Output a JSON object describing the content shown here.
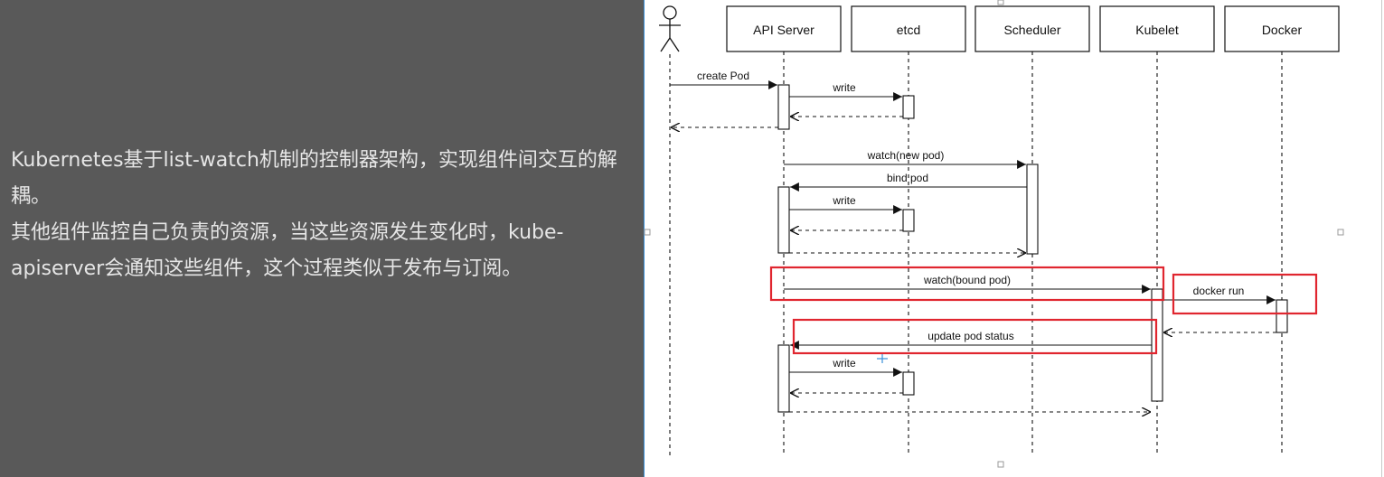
{
  "description": {
    "line1": "Kubernetes基于list-watch机制的控制器架构，实现组件间交互的解耦。",
    "line2": "其他组件监控自己负责的资源，当这些资源发生变化时，kube-apiserver会通知这些组件，这个过程类似于发布与订阅。"
  },
  "participants": [
    "API Server",
    "etcd",
    "Scheduler",
    "Kubelet",
    "Docker"
  ],
  "messages": {
    "create_pod": "create Pod",
    "write_1": "write",
    "watch_new_pod": "watch(new pod)",
    "bind_pod": "bind pod",
    "write_2": "write",
    "watch_bound_pod": "watch(bound pod)",
    "docker_run": "docker run",
    "update_pod_status": "update pod status",
    "write_3": "write"
  },
  "colors": {
    "highlight": "#e0262f",
    "line": "#111111",
    "left_bg": "#595959",
    "left_text": "#e6e6e6"
  }
}
